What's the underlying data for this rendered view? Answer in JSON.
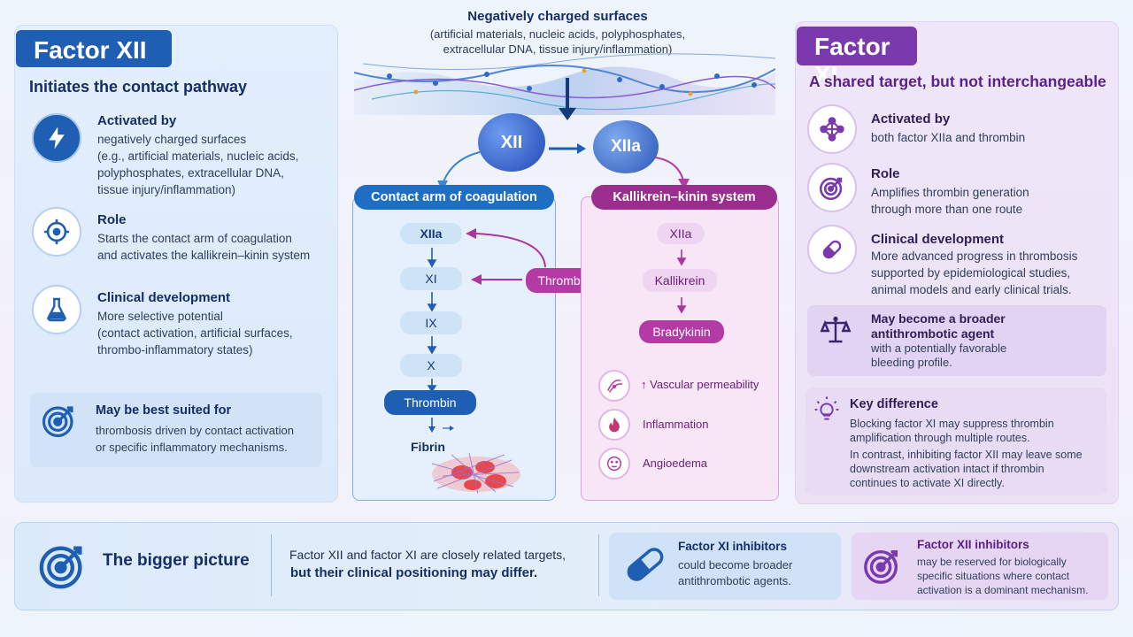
{
  "left": {
    "tag": "Factor XII",
    "subtitle": "Initiates the contact pathway",
    "activated": {
      "title": "Activated by",
      "lines": [
        "negatively charged surfaces",
        "(e.g., artificial materials, nucleic acids,",
        "polyphosphates, extracellular DNA,",
        "tissue injury/inflammation)"
      ]
    },
    "role": {
      "title": "Role",
      "lines": [
        "Starts the contact arm of coagulation",
        "and activates the kallikrein–kinin system"
      ]
    },
    "clinical": {
      "title": "Clinical development",
      "lines": [
        "More selective potential",
        "(contact activation, artificial surfaces,",
        "thrombo-inflammatory states)"
      ]
    },
    "best": {
      "title": "May be best suited for",
      "lines": [
        "thrombosis driven by contact activation",
        "or specific inflammatory mechanisms."
      ]
    }
  },
  "center": {
    "surface_title": "Negatively charged surfaces",
    "surface_lines": [
      "(artificial materials, nucleic acids, polyphosphates,",
      "extracellular DNA, tissue injury/inflammation)"
    ],
    "xii": "XII",
    "xiia": "XIIa",
    "contact_header": "Contact arm of coagulation",
    "contact_steps": [
      "XIIa",
      "XI",
      "IX",
      "X"
    ],
    "contact_thrombin": "Thrombin",
    "fibrin": "Fibrin",
    "thrombin_mid": "Thrombin",
    "kk_header": "Kallikrein–kinin system",
    "kk_xiia": "XIIa",
    "kk_kallikrein": "Kallikrein",
    "kk_bradykinin": "Bradykinin",
    "effects": [
      "↑ Vascular permeability",
      "Inflammation",
      "Angioedema"
    ]
  },
  "right": {
    "tag": "Factor XI",
    "subtitle": "A shared target, but not interchangeable",
    "activated": {
      "title": "Activated by",
      "lines": [
        "both factor XIIa and thrombin"
      ]
    },
    "role": {
      "title": "Role",
      "lines": [
        "Amplifies thrombin generation",
        "through more than one route"
      ]
    },
    "clinical": {
      "title": "Clinical development",
      "lines": [
        "More advanced progress in thrombosis",
        "supported by epidemiological studies,",
        "animal models and early clinical trials."
      ]
    },
    "broader": {
      "title_lines": [
        "May become a broader",
        "antithrombotic agent"
      ],
      "lines": [
        "with a potentially favorable",
        "bleeding profile."
      ]
    },
    "key": {
      "title": "Key difference",
      "para1": [
        "Blocking factor XI may suppress thrombin",
        "amplification through multiple routes."
      ],
      "para2": [
        "In contrast, inhibiting factor XII may leave some",
        "downstream activation intact if thrombin",
        "continues to activate XI directly."
      ]
    }
  },
  "bottom": {
    "title": "The bigger picture",
    "line1": "Factor XII and factor XI are closely related targets,",
    "line2": "but their clinical positioning may differ.",
    "xi_inh": {
      "title": "Factor XI inhibitors",
      "lines": [
        "could become broader",
        "antithrombotic agents."
      ]
    },
    "xii_inh": {
      "title": "Factor XII inhibitors",
      "lines": [
        "may be reserved for biologically",
        "specific situations where contact",
        "activation is a dominant mechanism."
      ]
    }
  },
  "colors": {
    "blue": "#1e5fb3",
    "purple": "#7a3aad",
    "magenta": "#b43aa5"
  }
}
